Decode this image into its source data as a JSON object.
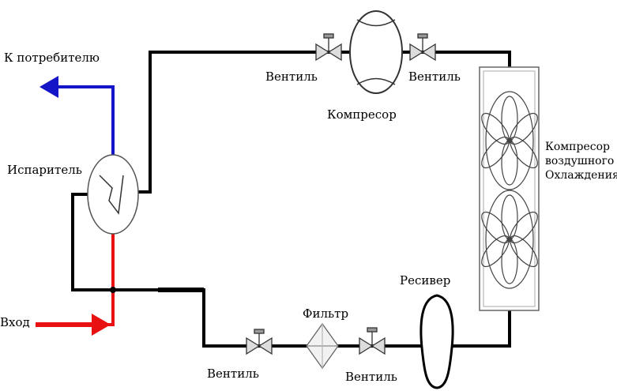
{
  "labels": {
    "consumer": "К потребителю",
    "evaporator": "Испаритель",
    "inlet": "Вход",
    "valve_top_left": "Вентиль",
    "valve_top_right": "Вентиль",
    "compressor": "Компресор",
    "air_cooled_line1": "Компресор",
    "air_cooled_line2": "воздушного",
    "air_cooled_line3": "Охлаждения",
    "receiver": "Ресивер",
    "filter": "Фильтр",
    "valve_bottom_left": "Вентиль",
    "valve_bottom_right": "Вентиль"
  },
  "colors": {
    "pipe": "#000000",
    "hot_line": "#e81010",
    "cold_line": "#1515c8",
    "outline": "#555555"
  }
}
